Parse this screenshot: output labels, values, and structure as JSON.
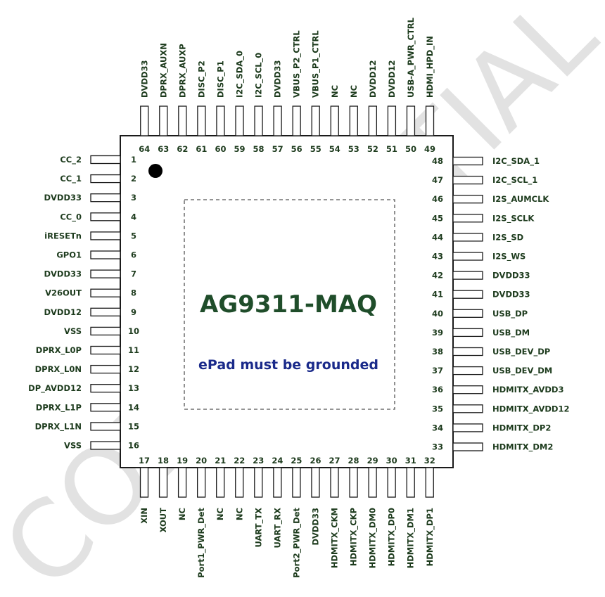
{
  "diagram": {
    "part_number": "AG9311-MAQ",
    "epad_note": "ePad must be grounded",
    "watermark": "CONFIDENTIAL",
    "colors": {
      "text": "#1d3b1d",
      "title": "#1f4d2a",
      "note": "#1a2a8a",
      "outline": "#1a1a1a",
      "watermark": "#e2e2e2"
    },
    "pins": {
      "left": [
        {
          "num": "1",
          "name": "CC_2"
        },
        {
          "num": "2",
          "name": "CC_1"
        },
        {
          "num": "3",
          "name": "DVDD33"
        },
        {
          "num": "4",
          "name": "CC_0"
        },
        {
          "num": "5",
          "name": "iRESETn"
        },
        {
          "num": "6",
          "name": "GPO1"
        },
        {
          "num": "7",
          "name": "DVDD33"
        },
        {
          "num": "8",
          "name": "V26OUT"
        },
        {
          "num": "9",
          "name": "DVDD12"
        },
        {
          "num": "10",
          "name": "VSS"
        },
        {
          "num": "11",
          "name": "DPRX_L0P"
        },
        {
          "num": "12",
          "name": "DPRX_L0N"
        },
        {
          "num": "13",
          "name": "DP_AVDD12"
        },
        {
          "num": "14",
          "name": "DPRX_L1P"
        },
        {
          "num": "15",
          "name": "DPRX_L1N"
        },
        {
          "num": "16",
          "name": "VSS"
        }
      ],
      "bottom": [
        {
          "num": "17",
          "name": "XIN"
        },
        {
          "num": "18",
          "name": "XOUT"
        },
        {
          "num": "19",
          "name": "NC"
        },
        {
          "num": "20",
          "name": "Port1_PWR_Det"
        },
        {
          "num": "21",
          "name": "NC"
        },
        {
          "num": "22",
          "name": "NC"
        },
        {
          "num": "23",
          "name": "UART_TX"
        },
        {
          "num": "24",
          "name": "UART_RX"
        },
        {
          "num": "25",
          "name": "Port2_PWR_Det"
        },
        {
          "num": "26",
          "name": "DVDD33"
        },
        {
          "num": "27",
          "name": "HDMITX_CKM"
        },
        {
          "num": "28",
          "name": "HDMITX_CKP"
        },
        {
          "num": "29",
          "name": "HDMITX_DM0"
        },
        {
          "num": "30",
          "name": "HDMITX_DP0"
        },
        {
          "num": "31",
          "name": "HDMITX_DM1"
        },
        {
          "num": "32",
          "name": "HDMITX_DP1"
        }
      ],
      "right": [
        {
          "num": "33",
          "name": "HDMITX_DM2"
        },
        {
          "num": "34",
          "name": "HDMITX_DP2"
        },
        {
          "num": "35",
          "name": "HDMITX_AVDD12"
        },
        {
          "num": "36",
          "name": "HDMITX_AVDD3"
        },
        {
          "num": "37",
          "name": "USB_DEV_DM"
        },
        {
          "num": "38",
          "name": "USB_DEV_DP"
        },
        {
          "num": "39",
          "name": "USB_DM"
        },
        {
          "num": "40",
          "name": "USB_DP"
        },
        {
          "num": "41",
          "name": "DVDD33"
        },
        {
          "num": "42",
          "name": "DVDD33"
        },
        {
          "num": "43",
          "name": "I2S_WS"
        },
        {
          "num": "44",
          "name": "I2S_SD"
        },
        {
          "num": "45",
          "name": "I2S_SCLK"
        },
        {
          "num": "46",
          "name": "I2S_AUMCLK"
        },
        {
          "num": "47",
          "name": "I2C_SCL_1"
        },
        {
          "num": "48",
          "name": "I2C_SDA_1"
        }
      ],
      "top": [
        {
          "num": "49",
          "name": "HDMI_HPD_IN"
        },
        {
          "num": "50",
          "name": "USB-A_PWR_CTRL"
        },
        {
          "num": "51",
          "name": "DVDD12"
        },
        {
          "num": "52",
          "name": "DVDD12"
        },
        {
          "num": "53",
          "name": "NC"
        },
        {
          "num": "54",
          "name": "NC"
        },
        {
          "num": "55",
          "name": "VBUS_P1_CTRL"
        },
        {
          "num": "56",
          "name": "VBUS_P2_CTRL"
        },
        {
          "num": "57",
          "name": "DVDD33"
        },
        {
          "num": "58",
          "name": "I2C_SCL_0"
        },
        {
          "num": "59",
          "name": "I2C_SDA_0"
        },
        {
          "num": "60",
          "name": "DISC_P1"
        },
        {
          "num": "61",
          "name": "DISC_P2"
        },
        {
          "num": "62",
          "name": "DPRX_AUXP"
        },
        {
          "num": "63",
          "name": "DPRX_AUXN"
        },
        {
          "num": "64",
          "name": "DVDD33"
        }
      ]
    }
  }
}
